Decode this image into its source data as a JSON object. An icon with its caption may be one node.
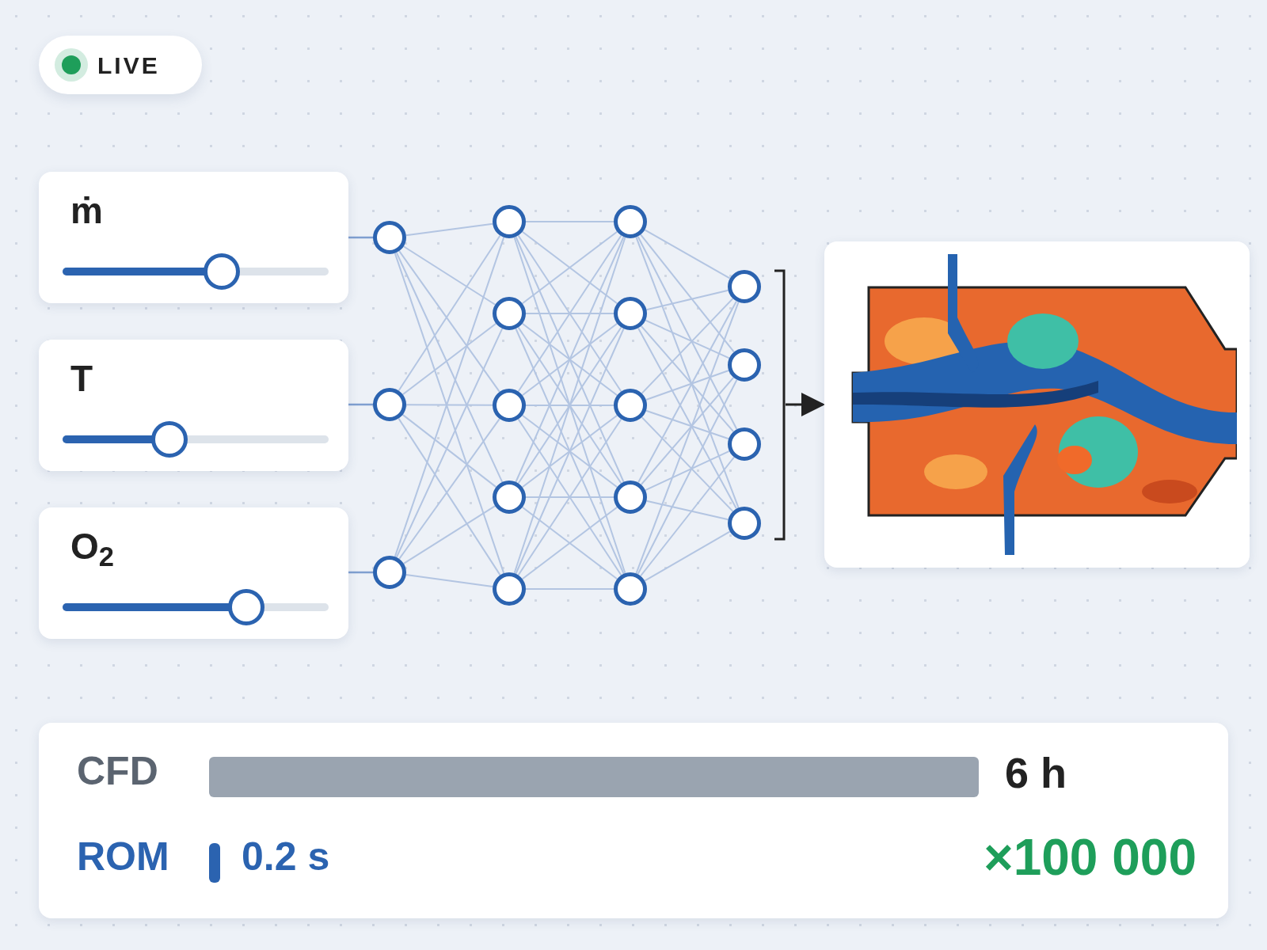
{
  "diagram": {
    "nodes": [
      {
        "text": [
          "LIVE"
        ]
      },
      {
        "text": [
          "ṁ"
        ]
      },
      {
        "text": [
          "T"
        ]
      },
      {
        "text": [
          "O$_{2}$"
        ]
      },
      {
        "text": [],
        "shape": "circle"
      },
      {
        "text": [],
        "shape": "circle"
      },
      {
        "text": [],
        "shape": "circle"
      },
      {
        "text": [],
        "shape": "circle"
      },
      {
        "text": [],
        "shape": "circle"
      },
      {
        "text": [],
        "shape": "circle"
      },
      {
        "text": [],
        "shape": "circle"
      },
      {
        "text": [],
        "shape": "circle"
      },
      {
        "text": [],
        "shape": "circle"
      },
      {
        "text": [],
        "shape": "circle"
      },
      {
        "text": [],
        "shape": "circle"
      },
      {
        "text": [],
        "shape": "circle"
      },
      {
        "text": [],
        "shape": "circle"
      },
      {
        "text": [],
        "shape": "circle"
      },
      {
        "text": [],
        "shape": "circle"
      },
      {
        "text": [],
        "shape": "circle"
      },
      {
        "text": [],
        "shape": "circle"
      },
      {
        "text": [],
        "shape": "picture"
      },
      {
        "text": [
          "CFD",
          "6 h",
          "ROM",
          "0.2 s",
          "×100 000"
        ]
      },
      {
        "text": [],
        "shape": "bar",
        "in": 22
      },
      {
        "text": [],
        "shape": "bar",
        "in": 22
      }
    ],
    "edges": [
      {
        "from": 1,
        "to": 4,
        "arrow": "none",
        "color": "#7f9fd0"
      },
      {
        "from": 2,
        "to": 5,
        "arrow": "none",
        "color": "#7f9fd0"
      },
      {
        "from": 3,
        "to": 6,
        "arrow": "none",
        "color": "#7f9fd0"
      },
      {
        "from": 4,
        "to": 7,
        "arrow": "none"
      },
      {
        "from": 4,
        "to": 8,
        "arrow": "none"
      },
      {
        "from": 4,
        "to": 9,
        "arrow": "none"
      },
      {
        "from": 4,
        "to": 10,
        "arrow": "none"
      },
      {
        "from": 4,
        "to": 11,
        "arrow": "none"
      },
      {
        "from": 5,
        "to": 7,
        "arrow": "none"
      },
      {
        "from": 5,
        "to": 8,
        "arrow": "none"
      },
      {
        "from": 5,
        "to": 9,
        "arrow": "none"
      },
      {
        "from": 5,
        "to": 10,
        "arrow": "none"
      },
      {
        "from": 5,
        "to": 11,
        "arrow": "none"
      },
      {
        "from": 6,
        "to": 7,
        "arrow": "none"
      },
      {
        "from": 6,
        "to": 8,
        "arrow": "none"
      },
      {
        "from": 6,
        "to": 9,
        "arrow": "none"
      },
      {
        "from": 6,
        "to": 10,
        "arrow": "none"
      },
      {
        "from": 6,
        "to": 11,
        "arrow": "none"
      },
      {
        "from": 7,
        "to": 12,
        "arrow": "none"
      },
      {
        "from": 7,
        "to": 13,
        "arrow": "none"
      },
      {
        "from": 7,
        "to": 14,
        "arrow": "none"
      },
      {
        "from": 7,
        "to": 15,
        "arrow": "none"
      },
      {
        "from": 7,
        "to": 16,
        "arrow": "none"
      },
      {
        "from": 8,
        "to": 12,
        "arrow": "none"
      },
      {
        "from": 8,
        "to": 13,
        "arrow": "none"
      },
      {
        "from": 8,
        "to": 14,
        "arrow": "none"
      },
      {
        "from": 8,
        "to": 15,
        "arrow": "none"
      },
      {
        "from": 8,
        "to": 16,
        "arrow": "none"
      },
      {
        "from": 9,
        "to": 12,
        "arrow": "none"
      },
      {
        "from": 9,
        "to": 13,
        "arrow": "none"
      },
      {
        "from": 9,
        "to": 14,
        "arrow": "none"
      },
      {
        "from": 9,
        "to": 15,
        "arrow": "none"
      },
      {
        "from": 9,
        "to": 16,
        "arrow": "none"
      },
      {
        "from": 10,
        "to": 12,
        "arrow": "none"
      },
      {
        "from": 10,
        "to": 13,
        "arrow": "none"
      },
      {
        "from": 10,
        "to": 14,
        "arrow": "none"
      },
      {
        "from": 10,
        "to": 15,
        "arrow": "none"
      },
      {
        "from": 10,
        "to": 16,
        "arrow": "none"
      },
      {
        "from": 11,
        "to": 12,
        "arrow": "none"
      },
      {
        "from": 11,
        "to": 13,
        "arrow": "none"
      },
      {
        "from": 11,
        "to": 14,
        "arrow": "none"
      },
      {
        "from": 11,
        "to": 15,
        "arrow": "none"
      },
      {
        "from": 11,
        "to": 16,
        "arrow": "none"
      },
      {
        "from": 12,
        "to": 17,
        "arrow": "none"
      },
      {
        "from": 12,
        "to": 18,
        "arrow": "none"
      },
      {
        "from": 12,
        "to": 19,
        "arrow": "none"
      },
      {
        "from": 12,
        "to": 20,
        "arrow": "none"
      },
      {
        "from": 13,
        "to": 17,
        "arrow": "none"
      },
      {
        "from": 13,
        "to": 18,
        "arrow": "none"
      },
      {
        "from": 13,
        "to": 19,
        "arrow": "none"
      },
      {
        "from": 13,
        "to": 20,
        "arrow": "none"
      },
      {
        "from": 14,
        "to": 17,
        "arrow": "none"
      },
      {
        "from": 14,
        "to": 18,
        "arrow": "none"
      },
      {
        "from": 14,
        "to": 19,
        "arrow": "none"
      },
      {
        "from": 14,
        "to": 20,
        "arrow": "none"
      },
      {
        "from": 15,
        "to": 17,
        "arrow": "none"
      },
      {
        "from": 15,
        "to": 18,
        "arrow": "none"
      },
      {
        "from": 15,
        "to": 19,
        "arrow": "none"
      },
      {
        "from": 15,
        "to": 20,
        "arrow": "none"
      },
      {
        "from": 16,
        "to": 17,
        "arrow": "none"
      },
      {
        "from": 16,
        "to": 18,
        "arrow": "none"
      },
      {
        "from": 16,
        "to": 19,
        "arrow": "none"
      },
      {
        "from": 16,
        "to": 20,
        "arrow": "none"
      },
      {
        "from": null,
        "to": 21,
        "arrow": "to",
        "color": "#222222"
      }
    ]
  }
}
